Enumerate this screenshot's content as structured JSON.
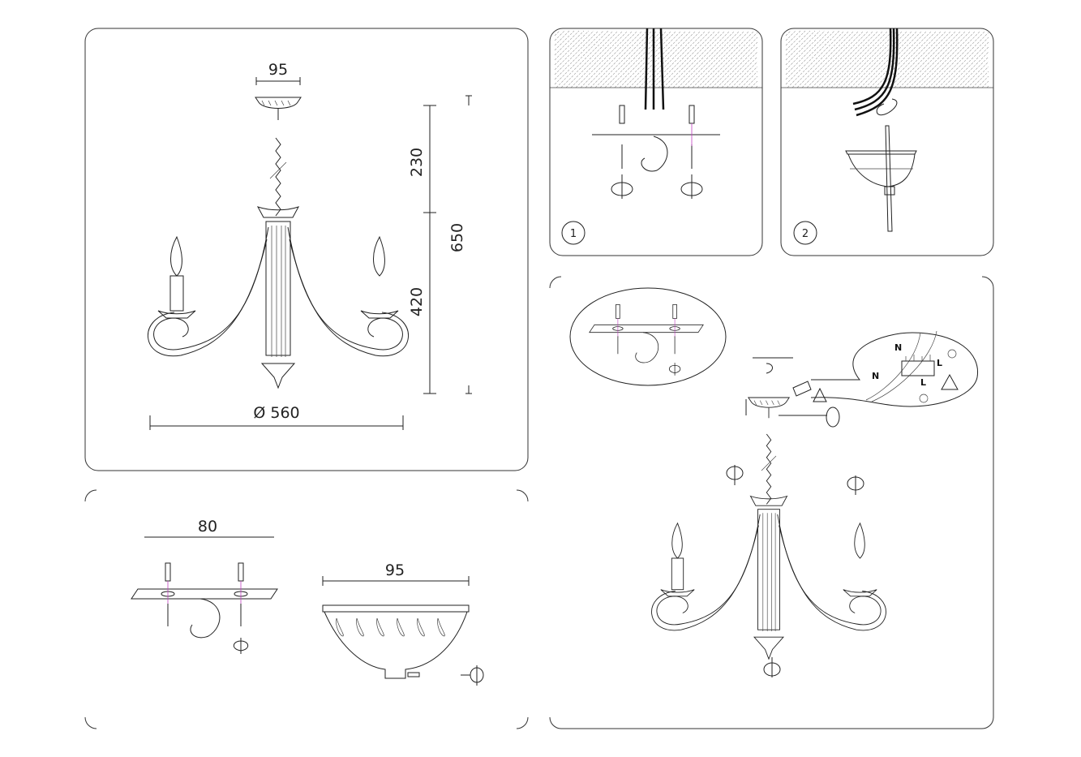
{
  "dimensions": {
    "canopy_width": "95",
    "chain_height": "230",
    "total_height": "650",
    "body_height": "420",
    "diameter": "Ø 560",
    "bracket_width": "80",
    "canopy_detail_width": "95"
  },
  "steps": [
    {
      "number": "1"
    },
    {
      "number": "2"
    }
  ],
  "wiring": {
    "neutral_top": "N",
    "neutral_bottom": "N",
    "live_top": "L",
    "live_bottom": "L"
  },
  "colors": {
    "line": "#222222",
    "accent": "#c040c0"
  }
}
